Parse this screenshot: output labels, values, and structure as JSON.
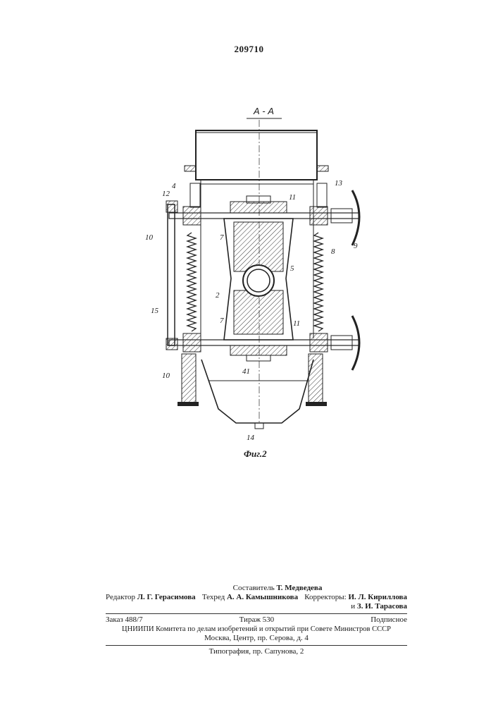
{
  "patent_number": "209710",
  "figure": {
    "section_label": "А - А",
    "caption": "Фиг.2",
    "part_labels": [
      "4",
      "12",
      "10",
      "7",
      "15",
      "10",
      "2",
      "5",
      "11",
      "13",
      "9",
      "8",
      "11",
      "7",
      "41",
      "14"
    ]
  },
  "imprint": {
    "composer_label": "Составитель",
    "composer": "Т. Медведева",
    "editor_label": "Редактор",
    "editor": "Л. Г. Герасимова",
    "techred_label": "Техред",
    "techred": "А. А. Камышникова",
    "correctors_label": "Корректоры:",
    "corrector1": "И. Л. Кириллова",
    "corrector2_prefix": "и",
    "corrector2": "З. И. Тарасова",
    "order": "Заказ 488/7",
    "circulation": "Тираж 530",
    "subscription": "Подписное",
    "institute": "ЦНИИПИ Комитета по делам изобретений и открытий при Совете Министров СССР",
    "address": "Москва, Центр, пр. Серова, д. 4",
    "printer": "Типография, пр. Сапунова, 2"
  }
}
